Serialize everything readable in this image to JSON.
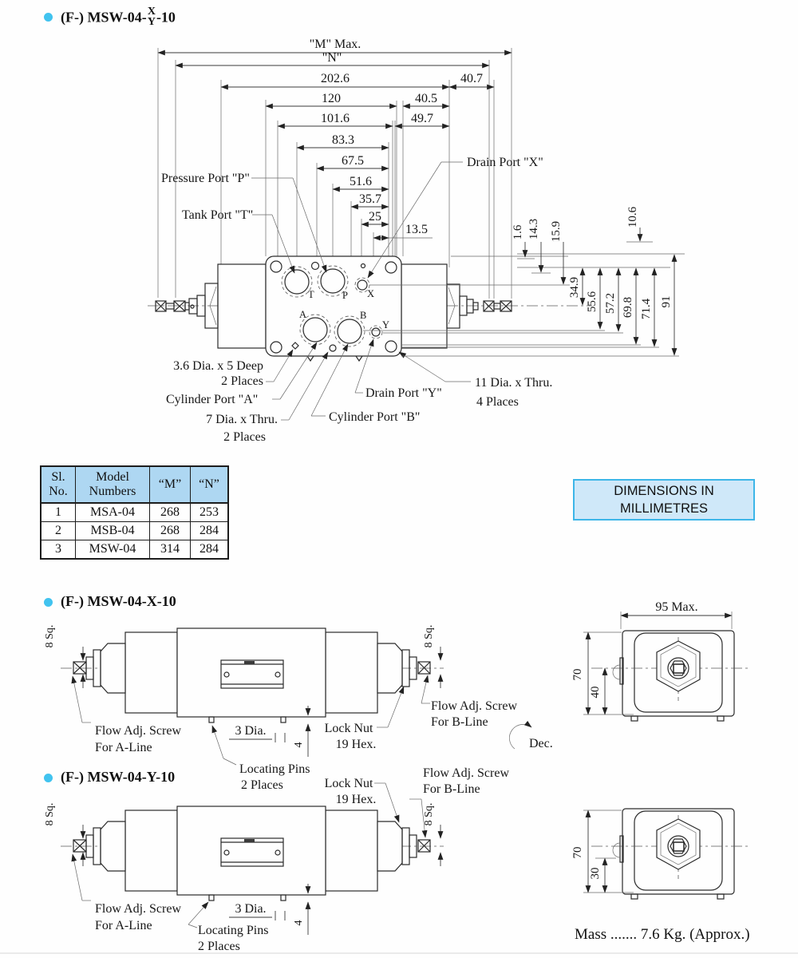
{
  "page": {
    "title": {
      "prefix": "(F-) MSW-04-",
      "top": "X",
      "bottom": "Y",
      "suffix": "-10"
    },
    "section_x_title": "(F-) MSW-04-X-10",
    "section_y_title": "(F-) MSW-04-Y-10",
    "dimensions_note": {
      "line1": "DIMENSIONS IN",
      "line2": "MILLIMETRES"
    },
    "mass_note": "Mass ....... 7.6 Kg. (Approx.)"
  },
  "top_view": {
    "h_dims": {
      "m_max": "\"M\" Max.",
      "n": "\"N\"",
      "d202_6": "202.6",
      "d40_7": "40.7",
      "d120": "120",
      "d40_5": "40.5",
      "d101_6": "101.6",
      "d49_7": "49.7",
      "d83_3": "83.3",
      "d67_5": "67.5",
      "d51_6": "51.6",
      "d35_7": "35.7",
      "d25": "25",
      "d13_5": "13.5"
    },
    "v_dims": {
      "d1_6": "1.6",
      "d14_3": "14.3",
      "d15_9": "15.9",
      "d10_6": "10.6",
      "d34_9": "34.9",
      "d55_6": "55.6",
      "d57_2": "57.2",
      "d69_8": "69.8",
      "d71_4": "71.4",
      "d91": "91"
    },
    "callouts": {
      "pressure_port": "Pressure Port \"P\"",
      "tank_port": "Tank Port \"T\"",
      "drain_x": "Drain Port \"X\"",
      "drain_y": "Drain Port \"Y\"",
      "cyl_a": "Cylinder Port \"A\"",
      "cyl_b": "Cylinder Port \"B\"",
      "dia3_6_1": "3.6 Dia. x 5 Deep",
      "dia3_6_2": "2 Places",
      "dia7_1": "7 Dia. x Thru.",
      "dia7_2": "2 Places",
      "dia11_1": "11 Dia. x Thru.",
      "dia11_2": "4 Places"
    },
    "ports": {
      "t": "T",
      "p": "P",
      "x": "X",
      "a": "A",
      "b": "B",
      "y": "Y"
    }
  },
  "table": {
    "headers": [
      {
        "l1": "Sl.",
        "l2": "No."
      },
      {
        "l1": "Model",
        "l2": "Numbers"
      },
      {
        "l1": "“M”",
        "l2": ""
      },
      {
        "l1": "“N”",
        "l2": ""
      }
    ],
    "rows": [
      [
        "1",
        "MSA-04",
        "268",
        "253"
      ],
      [
        "2",
        "MSB-04",
        "268",
        "284"
      ],
      [
        "3",
        "MSW-04",
        "314",
        "284"
      ]
    ]
  },
  "side_views": {
    "eight_sq": "8 Sq.",
    "flow_a1": "Flow Adj. Screw",
    "flow_a2": "For A-Line",
    "flow_b1": "Flow Adj. Screw",
    "flow_b2": "For B-Line",
    "lock1": "Lock Nut",
    "lock2": "19 Hex.",
    "pins1": "Locating Pins",
    "pins2": "2 Places",
    "dia3": "3 Dia.",
    "pin_len": "4",
    "dec": "Dec."
  },
  "end_views": {
    "width": "95 Max.",
    "height": "70",
    "offset_x": "40",
    "offset_y": "30"
  }
}
